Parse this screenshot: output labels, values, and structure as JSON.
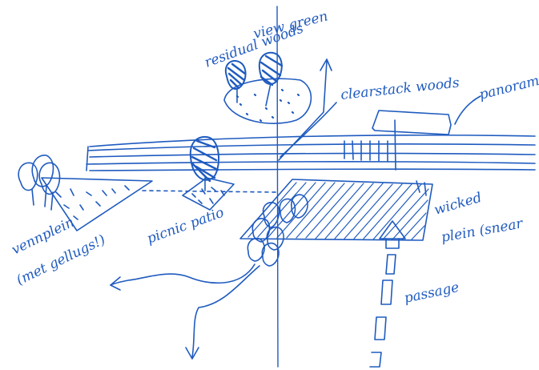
{
  "ink_color": "#1f5bbf",
  "labels": {
    "view_green": "view green",
    "residual_woods": "residual woods",
    "clearstack_woods": "clearstack woods",
    "panorama": "panorama",
    "vennplein": "vennplein",
    "vennplein_note": "(met gellugs!)",
    "picnic_patio": "picnic patio",
    "wicked_plain": "wicked",
    "plain_sneak": "plein (snear",
    "passage": "passage"
  }
}
